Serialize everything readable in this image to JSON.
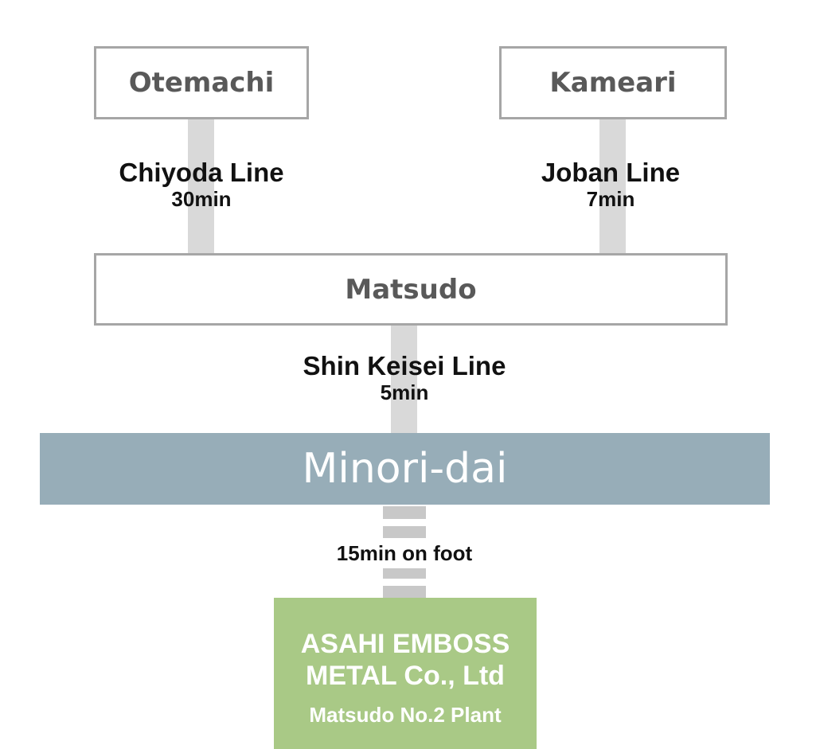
{
  "stations": {
    "otemachi": "Otemachi",
    "kameari": "Kameari",
    "matsudo": "Matsudo",
    "minori_dai": "Minori-dai"
  },
  "routes": {
    "chiyoda": {
      "line": "Chiyoda Line",
      "time": "30min"
    },
    "joban": {
      "line": "Joban Line",
      "time": "7min"
    },
    "shin_keisei": {
      "line": "Shin Keisei Line",
      "time": "5min"
    },
    "walk": "15min on foot"
  },
  "destination": {
    "company_line1": "ASAHI EMBOSS",
    "company_line2": "METAL Co., Ltd",
    "site": "Matsudo No.2 Plant"
  },
  "colors": {
    "station_border": "#a6a6a6",
    "connector": "#d9d9d9",
    "hub_fill": "#97adb8",
    "destination_fill": "#a9c986"
  }
}
